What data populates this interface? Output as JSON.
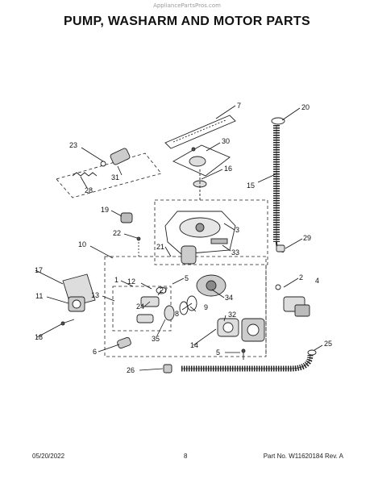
{
  "watermark": "AppliancePartsPros.com",
  "title": "PUMP, WASHARM AND MOTOR PARTS",
  "footer": {
    "date": "05/20/2022",
    "page": "8",
    "part_no": "Part No. W11620184  Rev. A"
  },
  "callouts": [
    "1",
    "2",
    "3",
    "4",
    "5",
    "5",
    "5",
    "6",
    "7",
    "8",
    "9",
    "10",
    "11",
    "12",
    "13",
    "14",
    "15",
    "16",
    "17",
    "18",
    "19",
    "20",
    "21",
    "22",
    "23",
    "24",
    "25",
    "26",
    "27",
    "28",
    "29",
    "30",
    "31",
    "32",
    "33",
    "34",
    "35"
  ]
}
